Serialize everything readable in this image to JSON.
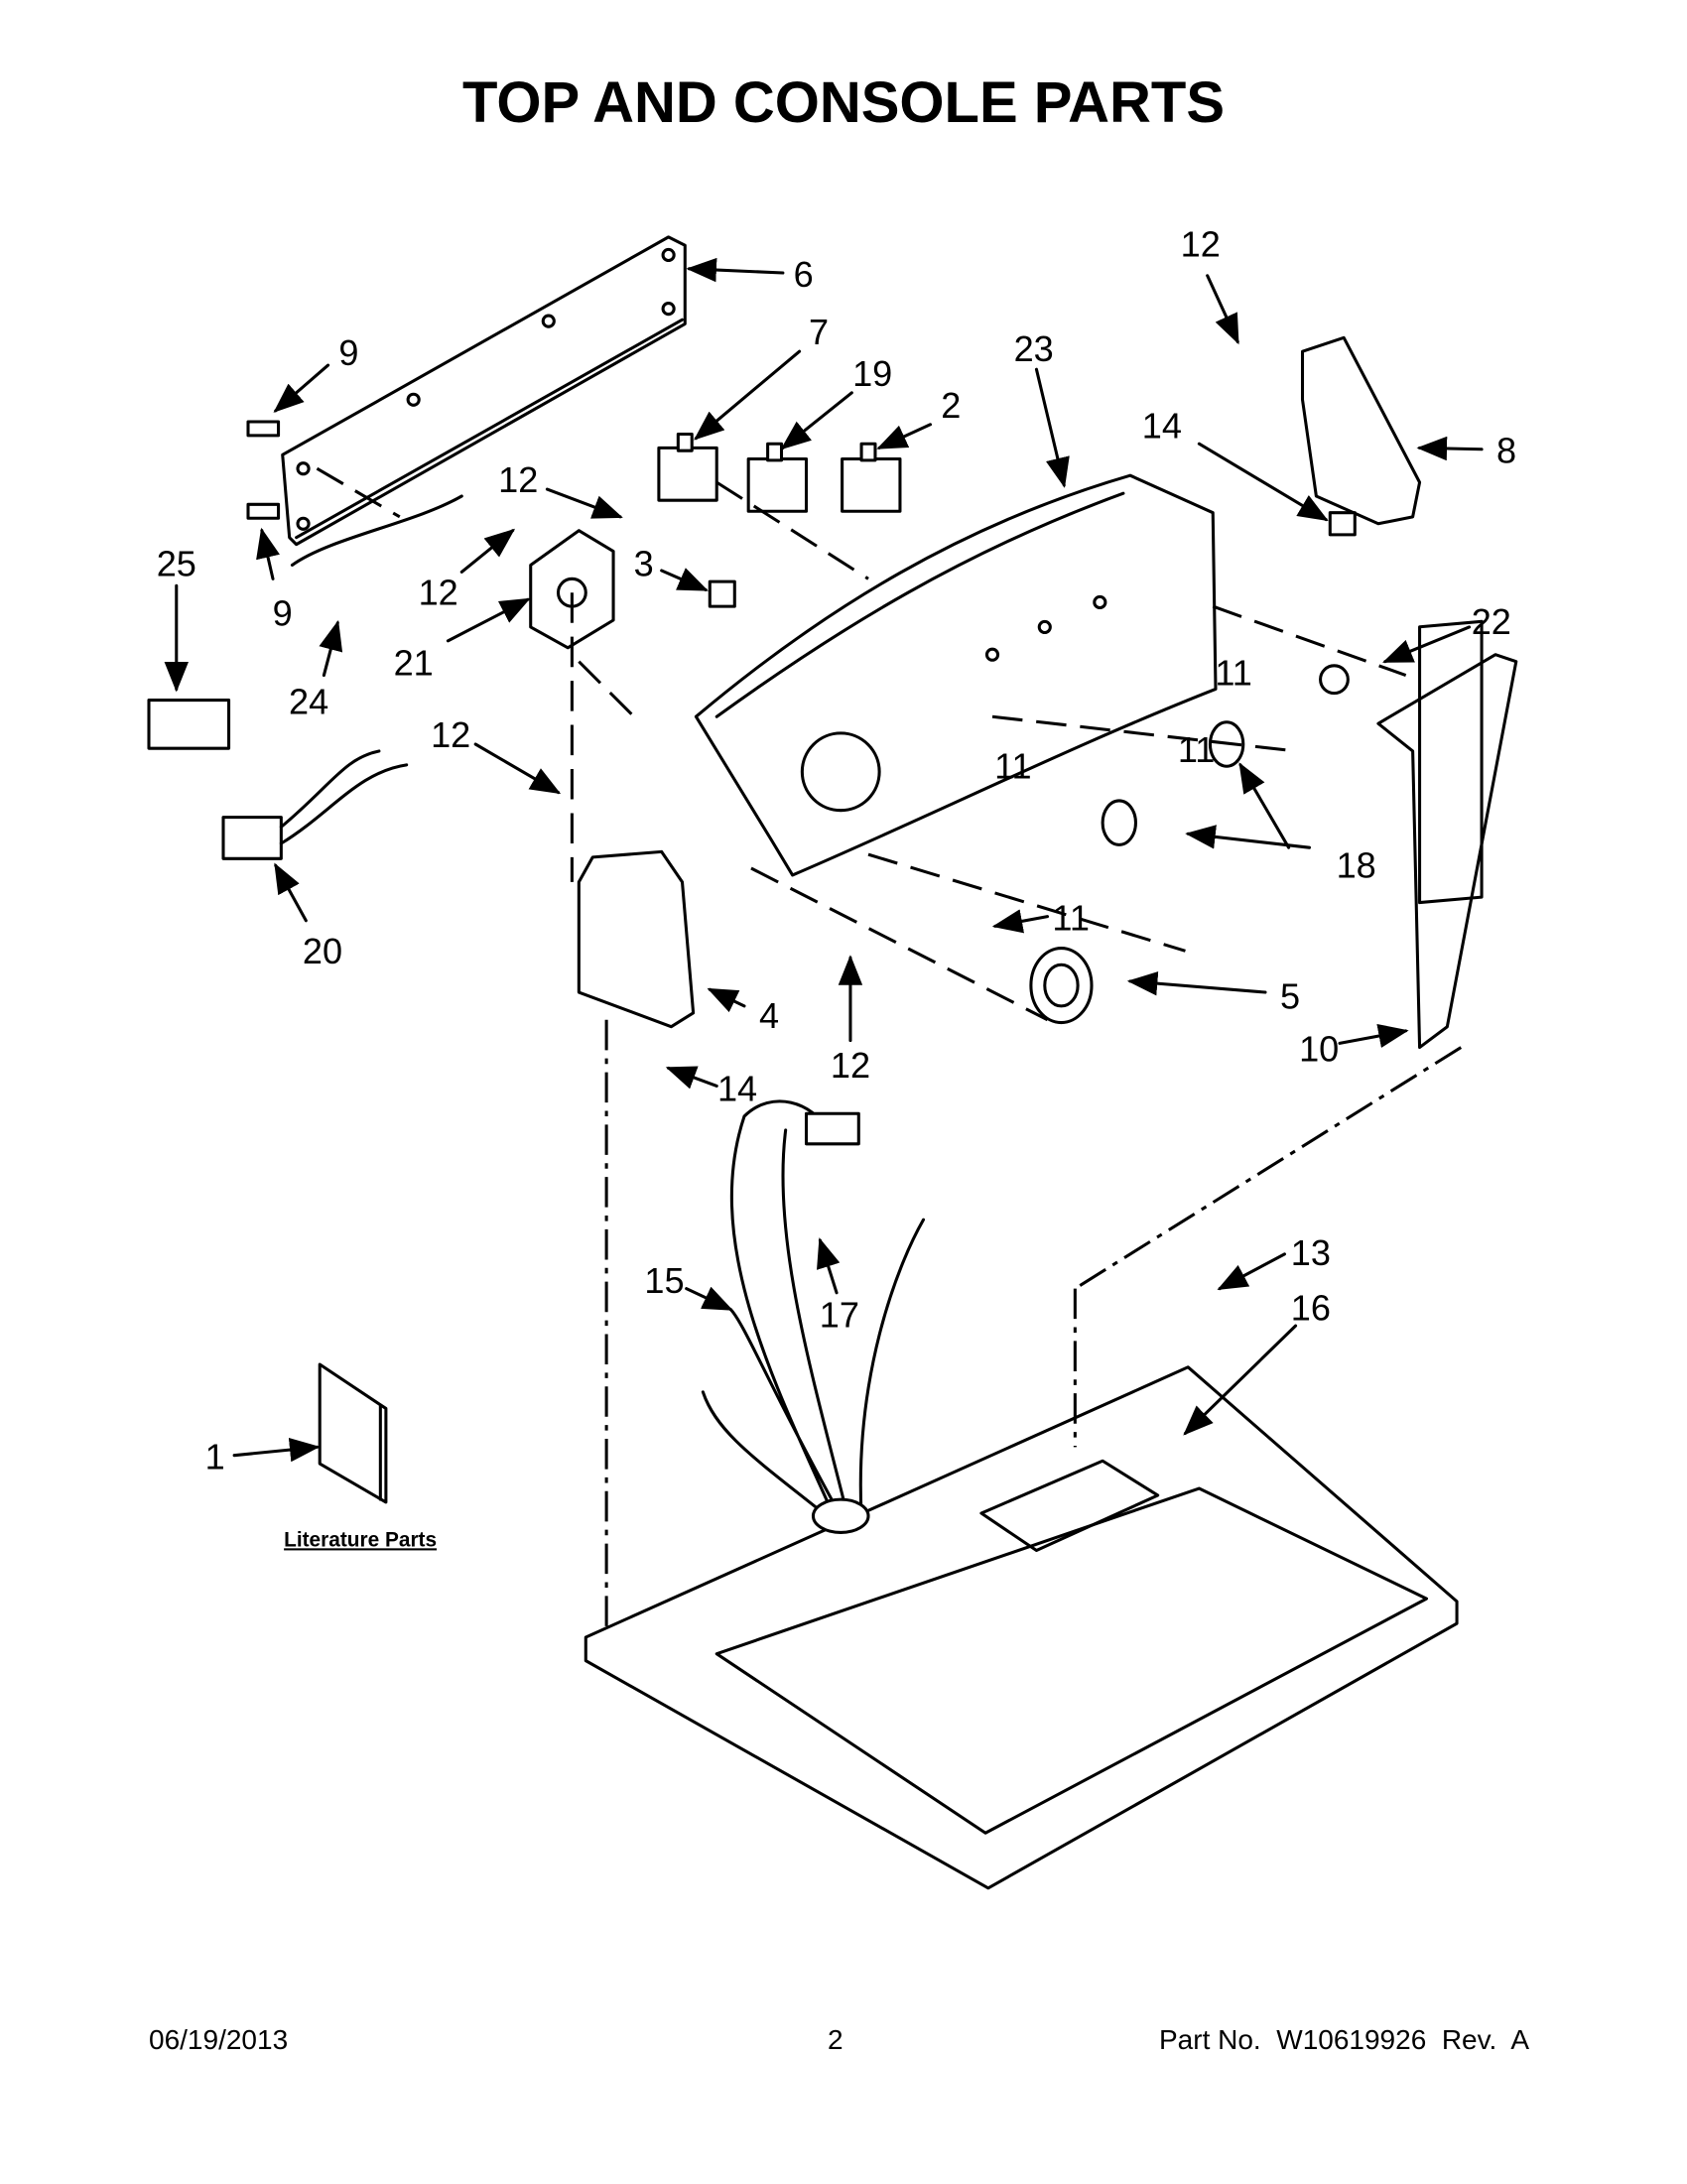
{
  "title": "TOP AND CONSOLE PARTS",
  "literature_label": "Literature Parts",
  "callouts": [
    "6",
    "9",
    "9",
    "7",
    "19",
    "2",
    "23",
    "12",
    "14",
    "8",
    "25",
    "12",
    "3",
    "12",
    "21",
    "24",
    "22",
    "11",
    "11",
    "11",
    "18",
    "12",
    "20",
    "11",
    "5",
    "4",
    "12",
    "10",
    "14",
    "13",
    "16",
    "15",
    "17",
    "1"
  ],
  "footer": {
    "date": "06/19/2013",
    "page": "2",
    "part_no": "Part No.  W10619926  Rev.  A"
  }
}
